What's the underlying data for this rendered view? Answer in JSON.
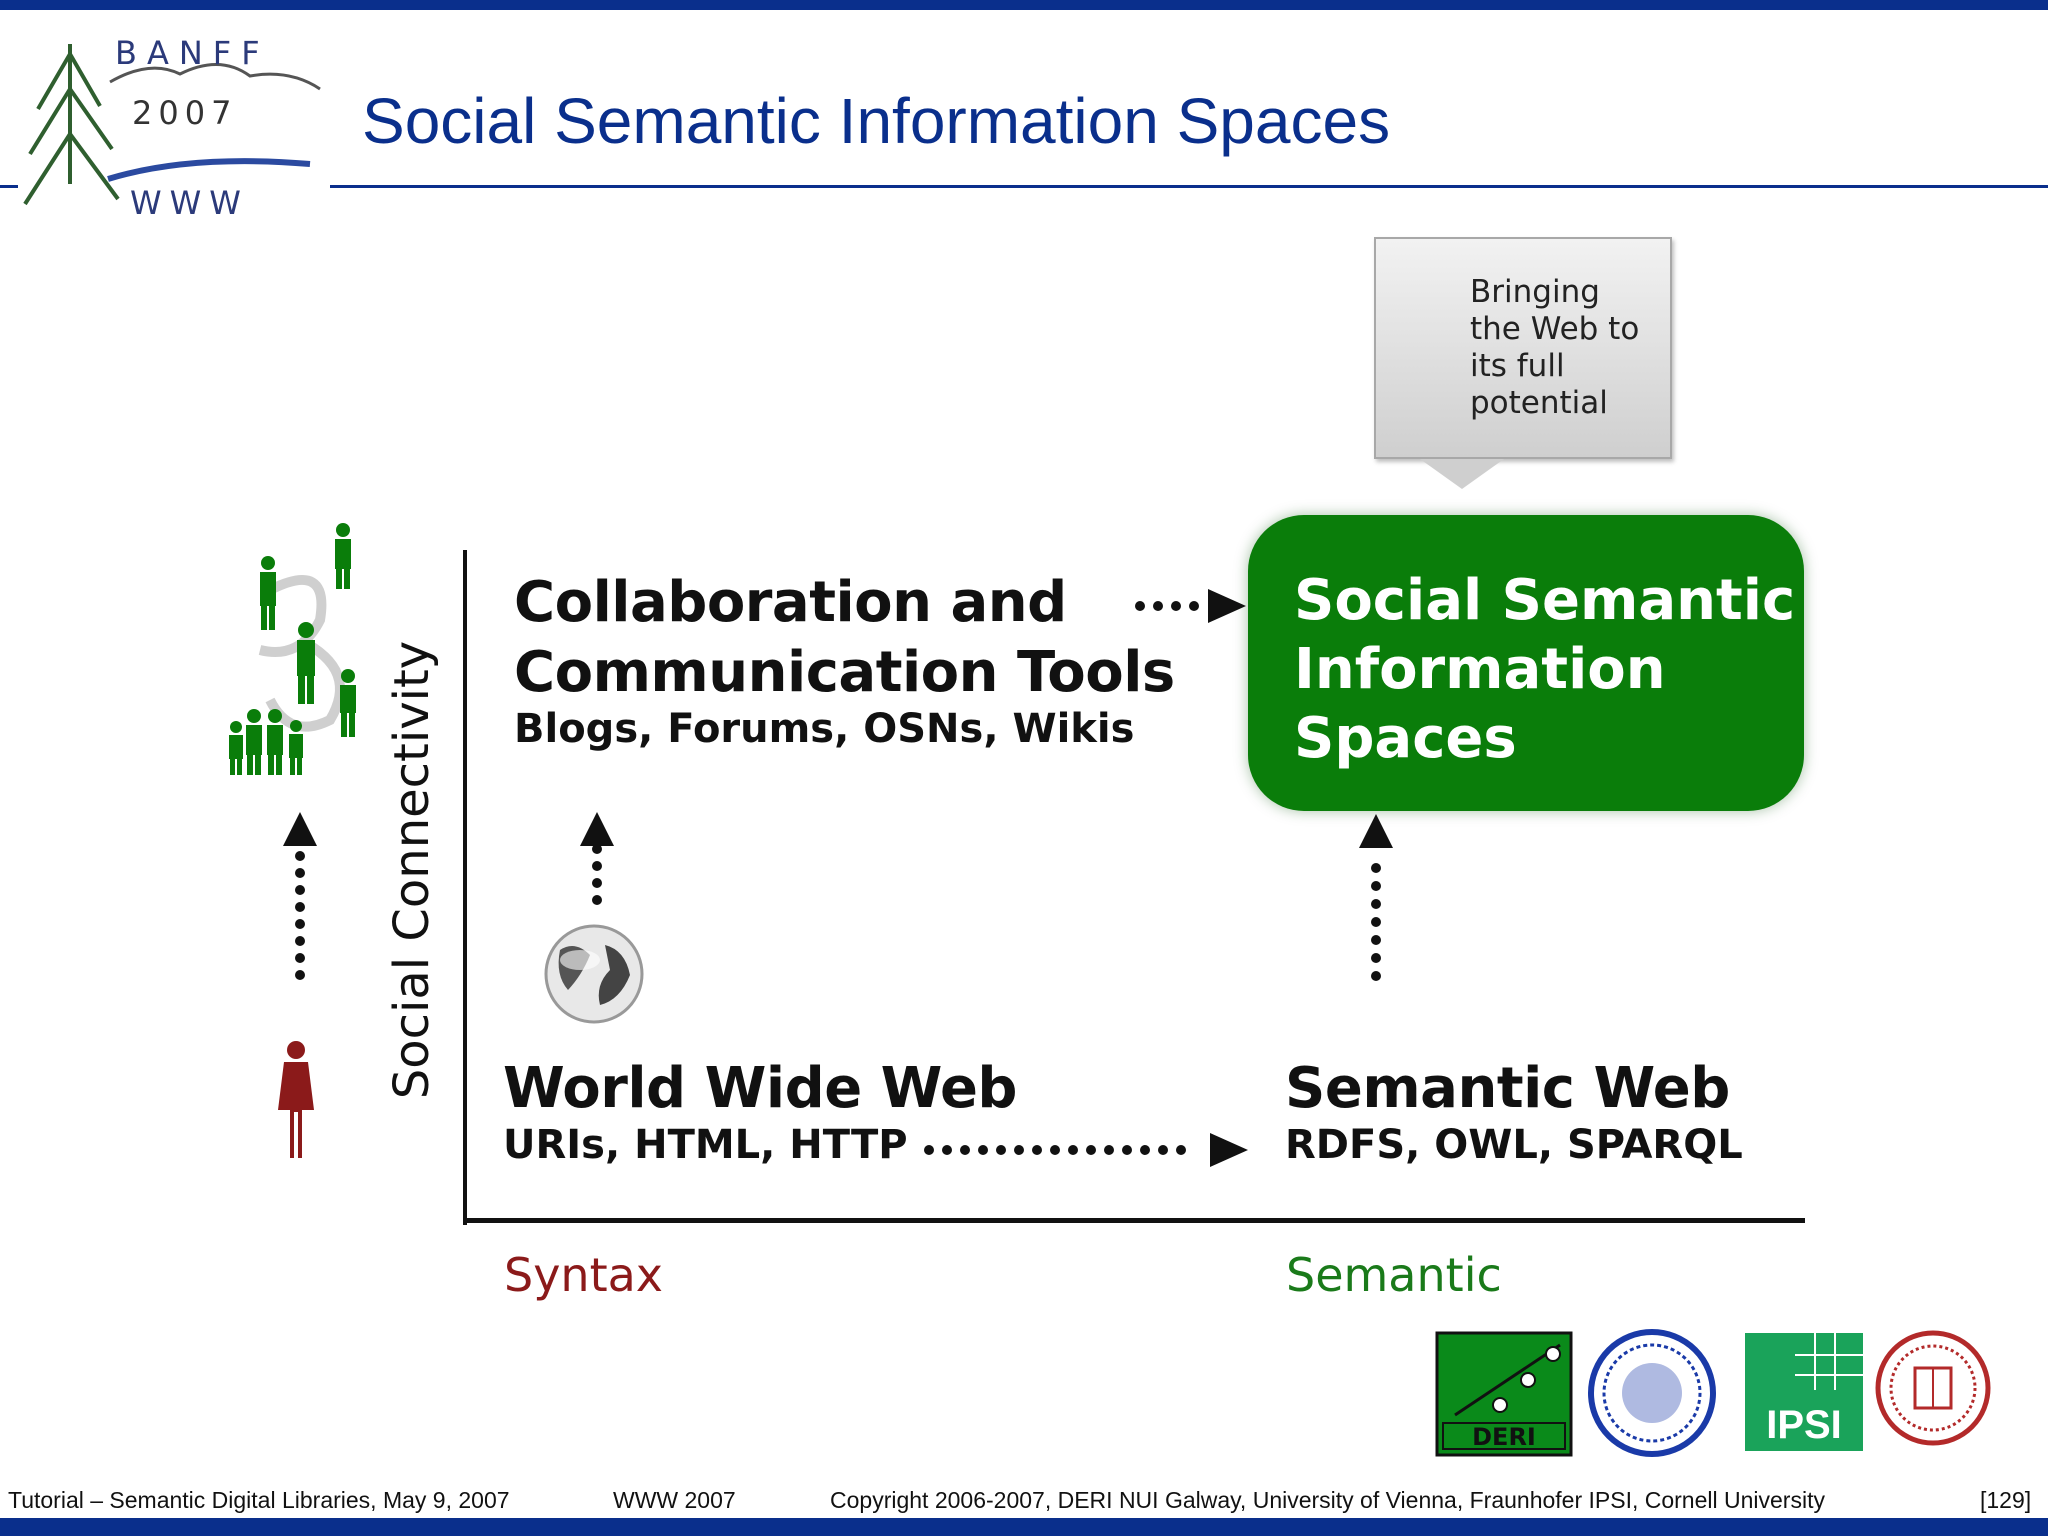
{
  "slide": {
    "title": "Social Semantic Information Spaces",
    "logo_text": {
      "line1": "BANFF",
      "line2": "2007",
      "line3": "WWW"
    }
  },
  "diagram": {
    "y_axis_label": "Social Connectivity",
    "x_axis_left_label": "Syntax",
    "x_axis_right_label": "Semantic",
    "collab": {
      "heading_line1": "Collaboration and",
      "heading_line2": "Communication Tools",
      "sub": "Blogs, Forums, OSNs, Wikis"
    },
    "www": {
      "heading": "World Wide Web",
      "sub": "URIs, HTML, HTTP"
    },
    "semweb": {
      "heading": "Semantic Web",
      "sub": "RDFS, OWL, SPARQL"
    },
    "ssis_box": "Social Semantic\nInformation\nSpaces",
    "callout": "Bringing\nthe Web to\nits full\npotential"
  },
  "partner_logos": {
    "deri": "DERI",
    "ipsi": "IPSI"
  },
  "footer": {
    "left": "Tutorial – Semantic Digital Libraries, May 9, 2007",
    "conf": "WWW 2007",
    "copyright": "Copyright 2006-2007, DERI NUI Galway, University of Vienna, Fraunhofer IPSI, Cornell University",
    "page": "[129]"
  },
  "colors": {
    "brand_blue": "#0a2f8c",
    "box_green": "#0a7d0a",
    "syntax_red": "#8b1a1a",
    "semantic_green": "#1a7a1a"
  }
}
